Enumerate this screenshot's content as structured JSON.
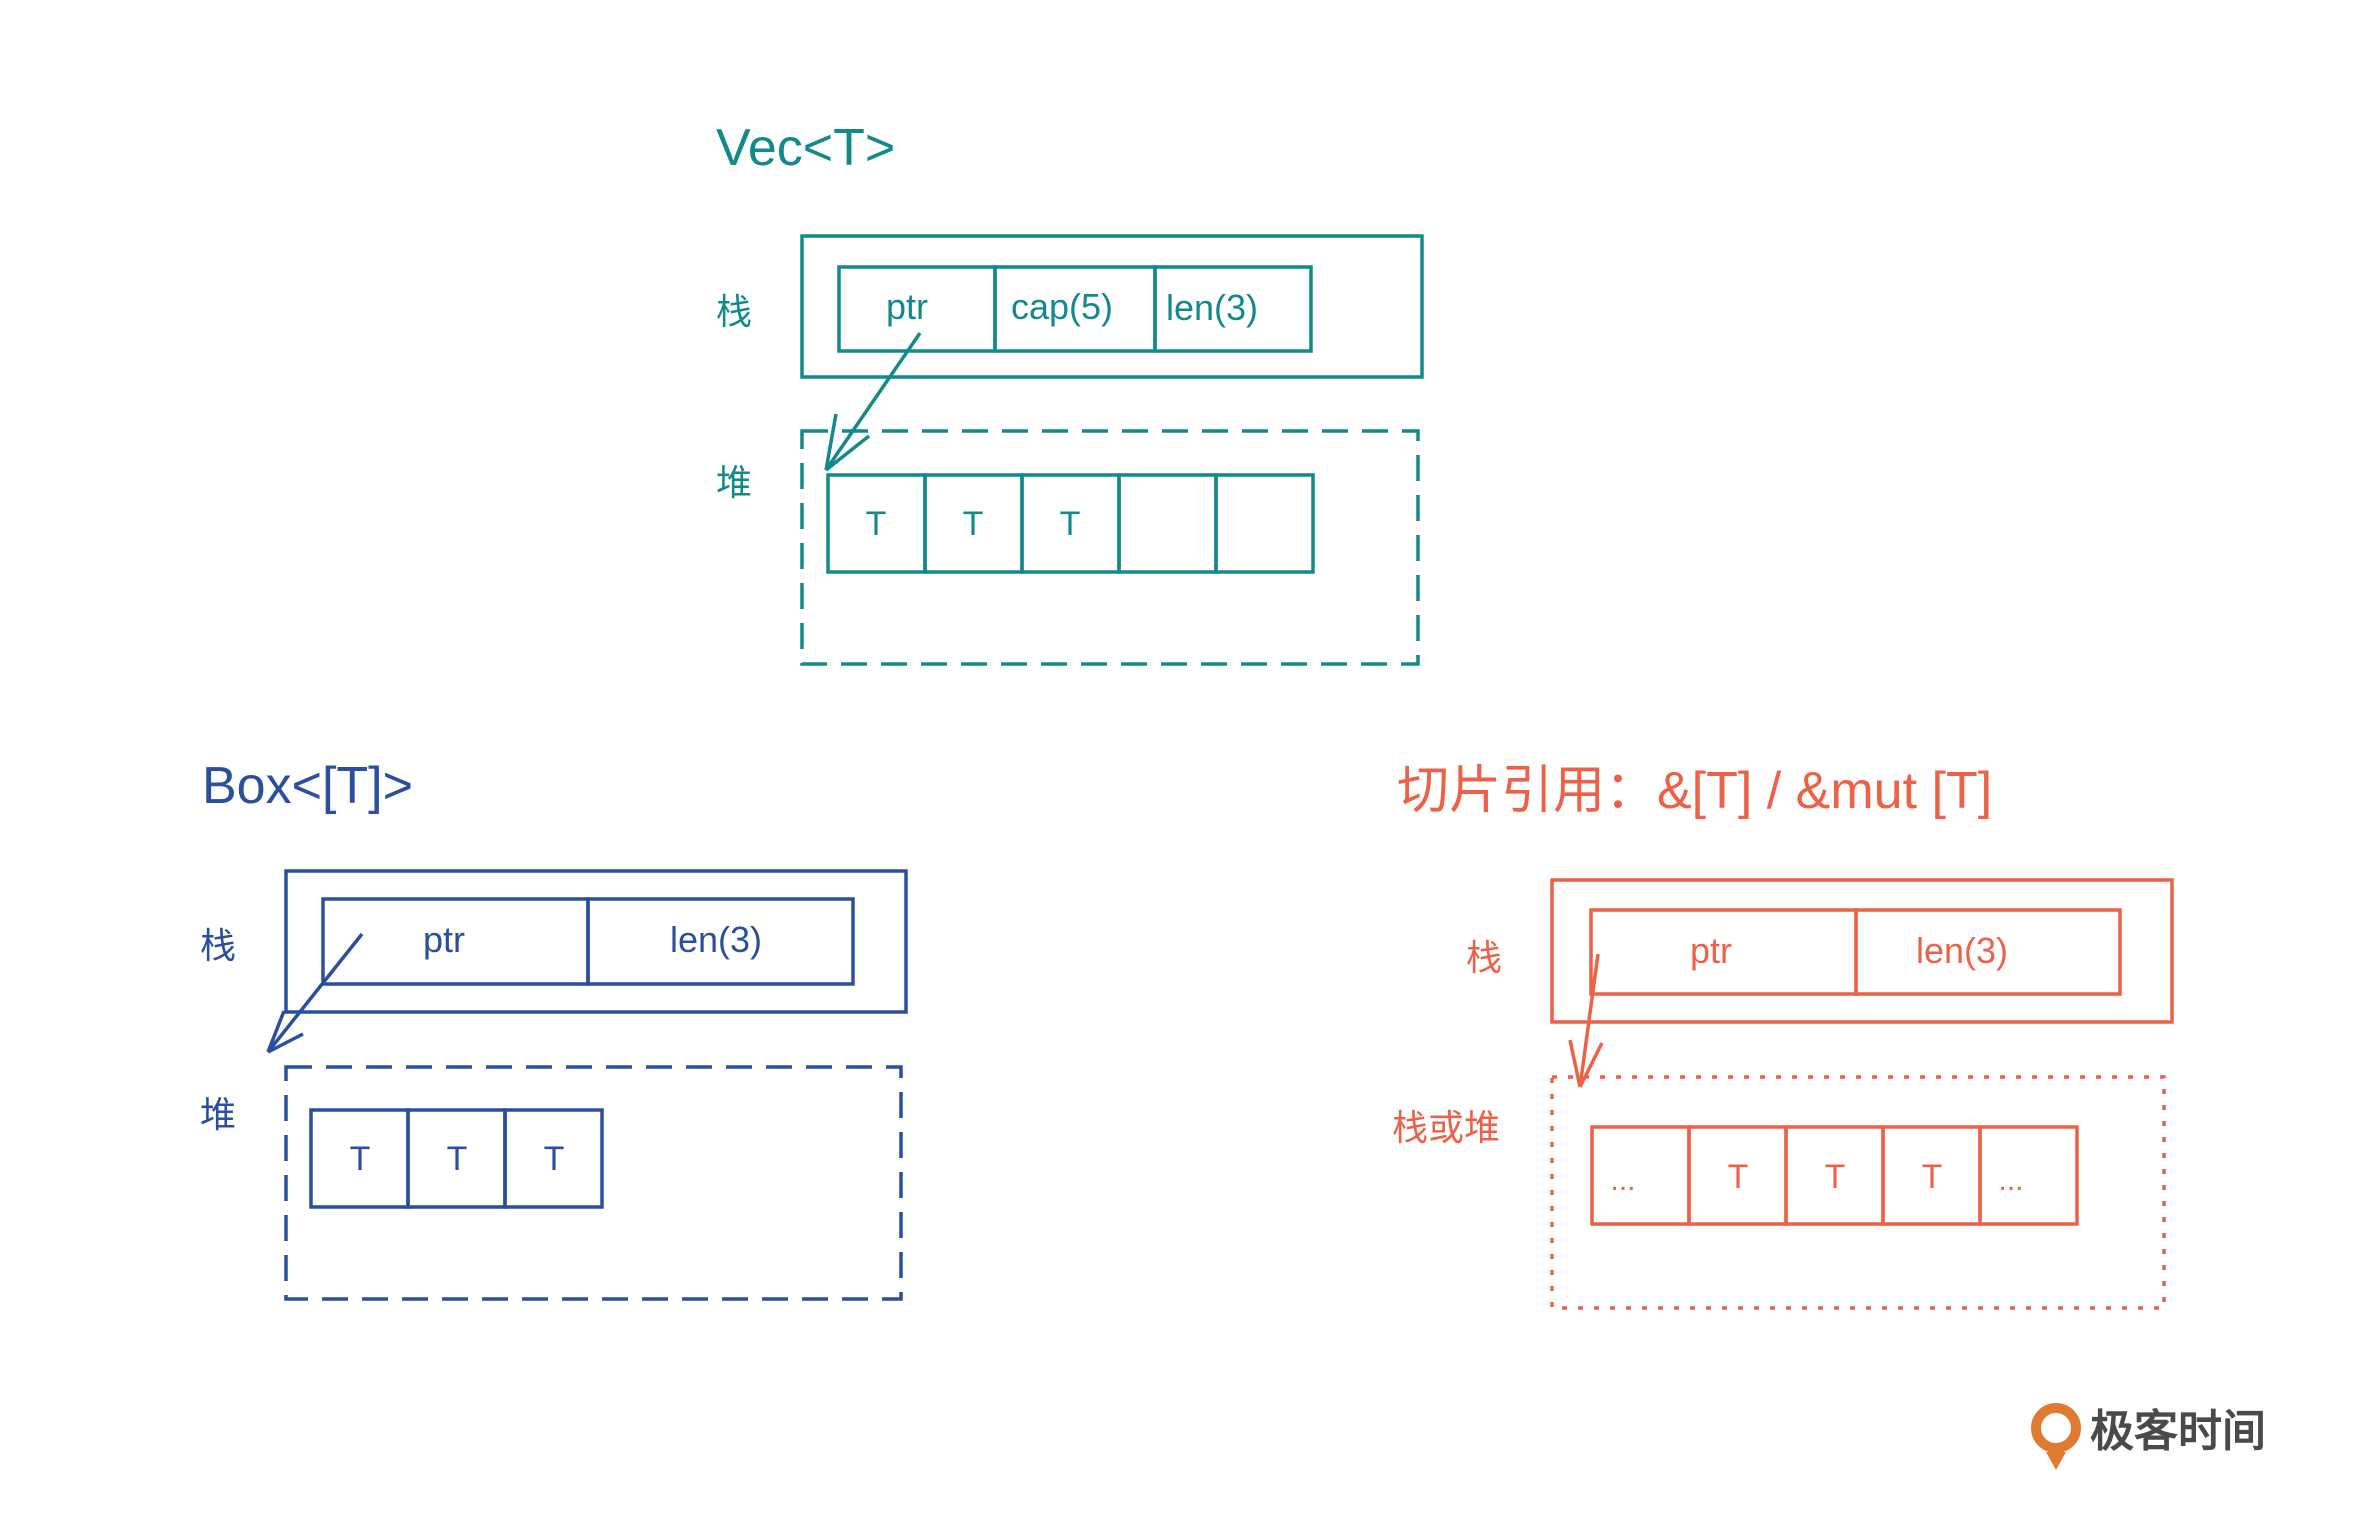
{
  "colors": {
    "vec": "#128a8c",
    "box": "#2a4f9e",
    "slice": "#ec6148",
    "logo": "#e07a30"
  },
  "vec": {
    "title": "Vec<T>",
    "stack_label": "栈",
    "heap_label": "堆",
    "fields": [
      "ptr",
      "cap(5)",
      "len(3)"
    ],
    "cells": [
      "T",
      "T",
      "T",
      "",
      ""
    ]
  },
  "box": {
    "title": "Box<[T]>",
    "stack_label": "栈",
    "heap_label": "堆",
    "fields": [
      "ptr",
      "len(3)"
    ],
    "cells": [
      "T",
      "T",
      "T"
    ]
  },
  "slice": {
    "title": "切片引用：&[T] / &mut [T]",
    "stack_label": "栈",
    "heap_label": "栈或堆",
    "fields": [
      "ptr",
      "len(3)"
    ],
    "cells": [
      "...",
      "T",
      "T",
      "T",
      "..."
    ]
  },
  "logo": {
    "text": "极客时间",
    "icon": "geektime-logo-icon"
  }
}
